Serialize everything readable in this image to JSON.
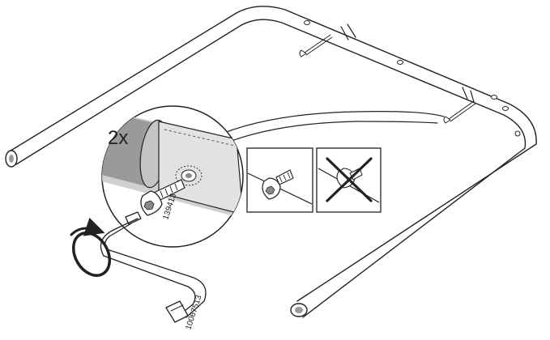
{
  "instruction": {
    "quantity_label": "2x",
    "screw_part_number": "139413",
    "key_part_number": "10067513"
  },
  "icons": {
    "frame": "u-shaped-tube-frame-icon",
    "screw": "screw-icon",
    "allen_key": "allen-key-icon",
    "rotation": "clockwise-rotation-arrow-icon",
    "correct": "correct-screw-position-icon",
    "incorrect": "incorrect-crossed-out-icon"
  },
  "colors": {
    "line": "#222222",
    "shade_light": "#d9d9d9",
    "shade_mid": "#bdbdbd",
    "shade_dark": "#8a8a8a",
    "background": "#ffffff"
  }
}
